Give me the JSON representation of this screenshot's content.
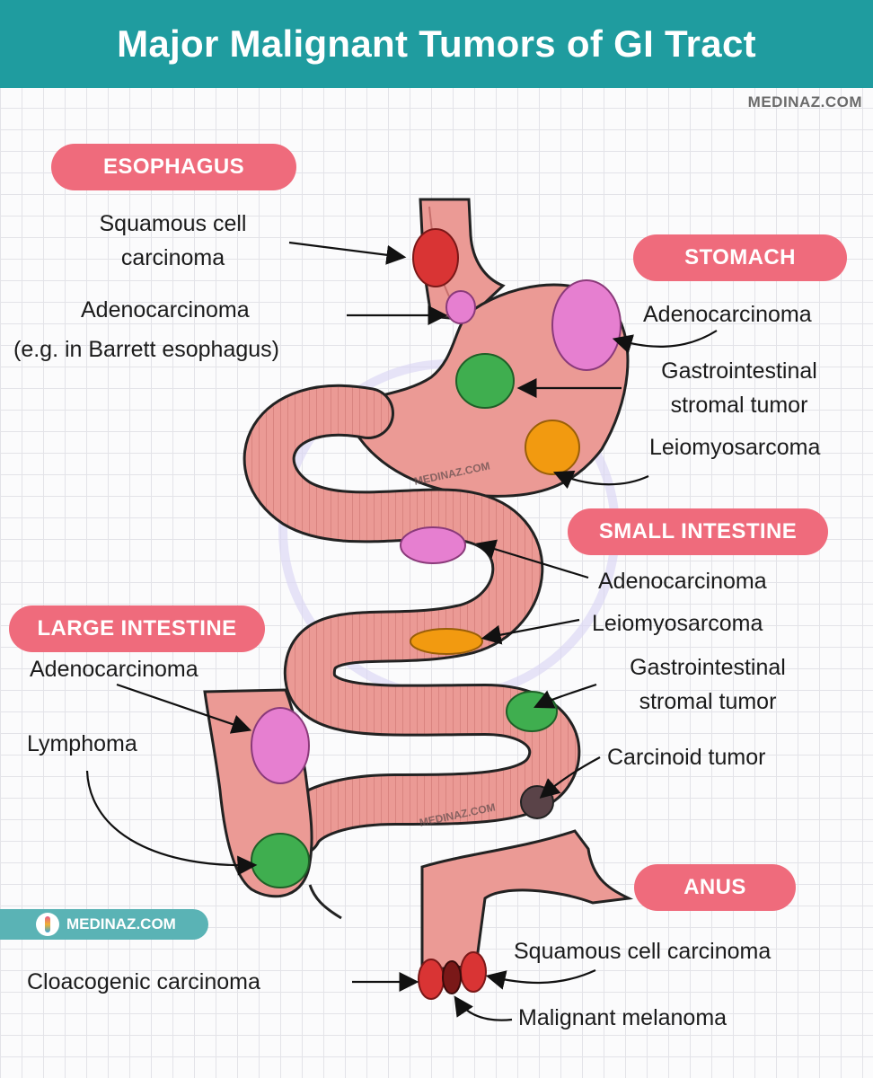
{
  "title": "Major Malignant Tumors of GI Tract",
  "source": "MEDINAZ.COM",
  "badge_text": "MEDINAZ.COM",
  "watermark": "MEDINAZ.COM",
  "colors": {
    "header": "#1f9c9f",
    "pill": "#ef6b7c",
    "tract": "#eb9a95",
    "tract_outline": "#222222",
    "adenocarcinoma": "#e67fd0",
    "gist": "#3fae4f",
    "leiomyosarcoma": "#f29a10",
    "carcinoid": "#5a4348",
    "squamous": "#d93434",
    "melanoma": "#7a1818"
  },
  "sections": {
    "esophagus": {
      "heading": "ESOPHAGUS",
      "scc_line1": "Squamous cell",
      "scc_line2": "carcinoma",
      "adeno_line1": "Adenocarcinoma",
      "adeno_line2": "(e.g. in Barrett esophagus)"
    },
    "stomach": {
      "heading": "STOMACH",
      "adeno": "Adenocarcinoma",
      "gist_line1": "Gastrointestinal",
      "gist_line2": "stromal tumor",
      "leio": "Leiomyosarcoma"
    },
    "small_intestine": {
      "heading": "SMALL INTESTINE",
      "adeno": "Adenocarcinoma",
      "leio": "Leiomyosarcoma",
      "gist_line1": "Gastrointestinal",
      "gist_line2": "stromal tumor",
      "carcinoid": "Carcinoid tumor"
    },
    "large_intestine": {
      "heading": "LARGE INTESTINE",
      "adeno": "Adenocarcinoma",
      "lymphoma": "Lymphoma"
    },
    "anus": {
      "heading": "ANUS",
      "scc": "Squamous cell carcinoma",
      "cloaco": "Cloacogenic carcinoma",
      "melanoma": "Malignant melanoma"
    }
  }
}
